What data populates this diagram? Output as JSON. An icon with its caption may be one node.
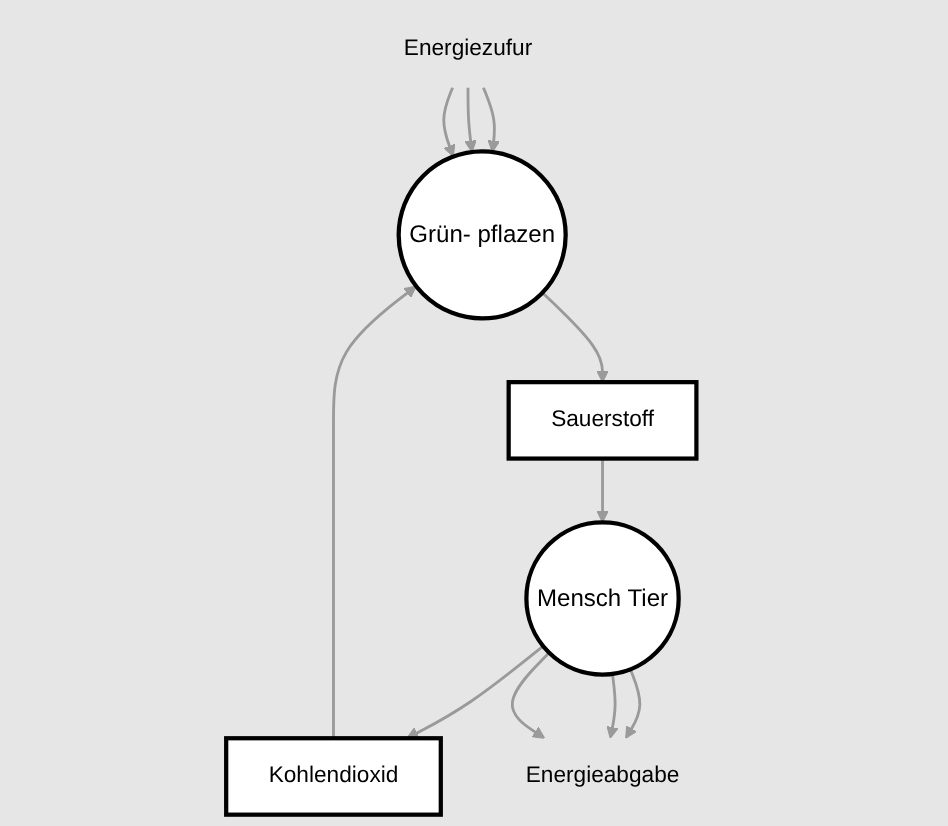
{
  "diagram": {
    "nodes": [
      {
        "text": [
          "Energiezufur"
        ]
      },
      {
        "text": [
          "Grün- pflazen"
        ]
      },
      {
        "text": [
          "Sauerstoff"
        ]
      },
      {
        "text": [
          "Mensch Tier"
        ]
      },
      {
        "text": [
          "Kohlendioxid"
        ]
      },
      {
        "text": [
          "Energieabgabe"
        ]
      }
    ],
    "edges": [
      {
        "from": 0,
        "to": 1,
        "arrow": "to"
      },
      {
        "from": 0,
        "to": 1,
        "arrow": "to"
      },
      {
        "from": 0,
        "to": 1,
        "arrow": "to"
      },
      {
        "from": 1,
        "to": 2,
        "arrow": "to"
      },
      {
        "from": 2,
        "to": 3,
        "arrow": "to"
      },
      {
        "from": 3,
        "to": 4,
        "arrow": "to"
      },
      {
        "from": 4,
        "to": 1,
        "arrow": "to"
      },
      {
        "from": 3,
        "to": 5,
        "arrow": "to"
      },
      {
        "from": 3,
        "to": 5,
        "arrow": "to"
      },
      {
        "from": 3,
        "to": 5,
        "arrow": "to"
      }
    ]
  }
}
